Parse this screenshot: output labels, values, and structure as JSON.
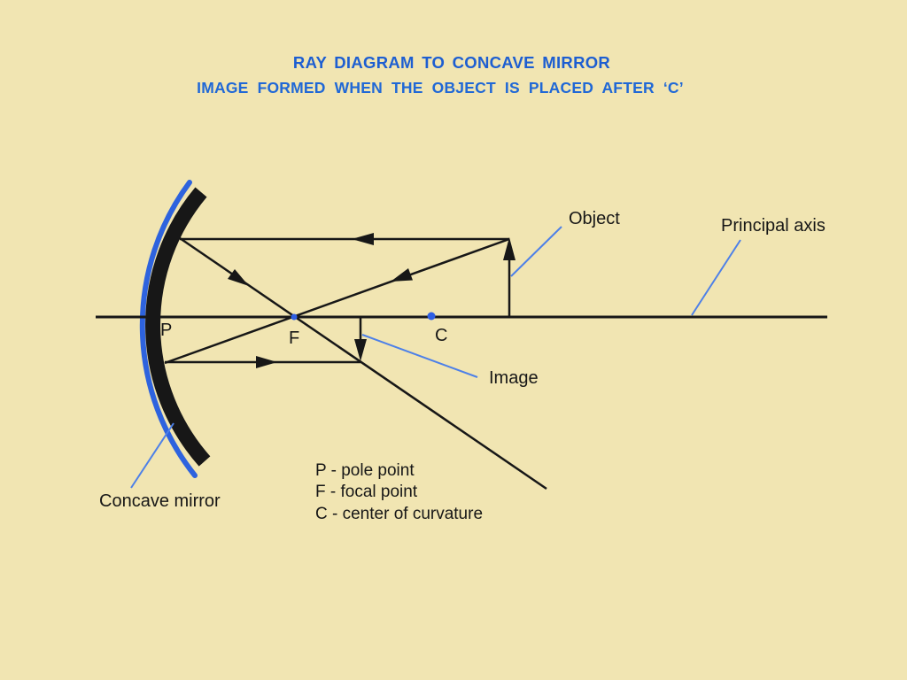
{
  "header": {
    "title": "RAY DIAGRAM TO CONCAVE MIRROR",
    "subtitle": "IMAGE FORMED WHEN THE OBJECT IS PLACED AFTER ‘C’"
  },
  "diagram": {
    "points": {
      "pole": "P",
      "focal": "F",
      "center": "C"
    },
    "labels": {
      "object": "Object",
      "principal_axis": "Principal axis",
      "image": "Image",
      "concave_mirror": "Concave mirror"
    },
    "legend": [
      "P - pole point",
      "F - focal point",
      "C - center of curvature"
    ]
  },
  "colors": {
    "background": "#f1e5b2",
    "ink": "#171717",
    "mirror_blue": "#2e63de",
    "leader_blue": "#4d80e8",
    "dot_blue": "#2f5fe4",
    "title_blue": "#1d5ed1",
    "subtitle_blue": "#2068d6"
  }
}
